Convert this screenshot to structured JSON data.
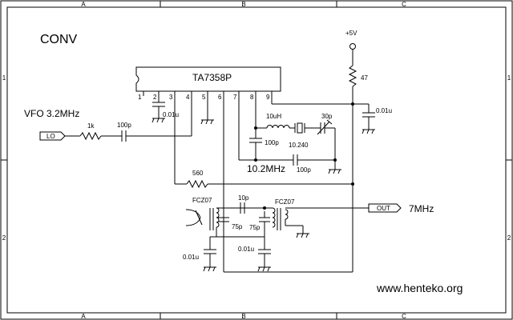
{
  "frame": {
    "col_labels": [
      "A",
      "B",
      "C"
    ],
    "row_labels": [
      "1",
      "2"
    ]
  },
  "title": "CONV",
  "ic": {
    "name": "TA7358P",
    "pins": [
      "1",
      "2",
      "3",
      "4",
      "5",
      "6",
      "7",
      "8",
      "9"
    ]
  },
  "power": {
    "label": "+5V",
    "resistor": "47",
    "bypass_cap": "0.01u"
  },
  "vfo": {
    "label": "VFO 3.2MHz",
    "port": "LO",
    "resistor": "1k",
    "cap": "100p"
  },
  "pin2_cap": "0.01u",
  "osc": {
    "inductor": "10uH",
    "crystal": "10.240",
    "trimmer": "30p",
    "cap_a": "100p",
    "cap_b": "100p",
    "freq": "10.2MHz"
  },
  "bias_resistor": "560",
  "filter": {
    "coil1": "FCZ07",
    "coil2": "FCZ07",
    "couple_cap": "10p",
    "cap1": "75p",
    "cap2": "75p",
    "bypass1": "0.01u",
    "bypass2": "0.01u"
  },
  "output": {
    "port": "OUT",
    "freq": "7MHz"
  },
  "url": "www.henteko.org"
}
